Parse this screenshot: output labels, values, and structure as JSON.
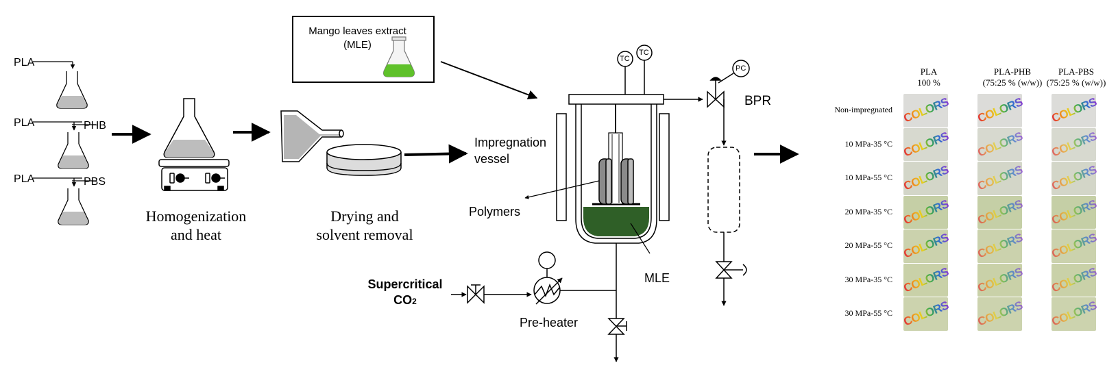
{
  "flasks": {
    "row1": {
      "left": "PLA"
    },
    "row2": {
      "left": "PLA",
      "right": "PHB"
    },
    "row3": {
      "left": "PLA",
      "right": "PBS"
    }
  },
  "steps": {
    "homogenization": [
      "Homogenization",
      "and heat"
    ],
    "drying": [
      "Drying and",
      "solvent removal"
    ]
  },
  "mle_box": {
    "line1": "Mango leaves extract",
    "line2": "(MLE)"
  },
  "vessel": {
    "label_line1": "Impregnation",
    "label_line2": "vessel",
    "polymers": "Polymers",
    "mle": "MLE",
    "tc1": "TC",
    "tc2": "TC",
    "pc": "PC",
    "bpr": "BPR"
  },
  "feed": {
    "scco2_line1": "Supercritical",
    "scco2_line2": "CO",
    "scco2_sub": "2",
    "preheater": "Pre-heater"
  },
  "results": {
    "columns": [
      {
        "line1": "PLA",
        "line2": "100 %"
      },
      {
        "line1": "PLA-PHB",
        "line2": "(75:25 % (w/w))"
      },
      {
        "line1": "PLA-PBS",
        "line2": "(75:25 % (w/w))"
      }
    ],
    "rows": [
      "Non-impregnated",
      "10 MPa-35 °C",
      "10 MPa-55 °C",
      "20 MPa-35 °C",
      "20 MPa-55 °C",
      "30 MPa-35 °C",
      "30 MPa-55 °C"
    ],
    "logo_text": "COLORS"
  },
  "colors": {
    "liquid": "#2f5f27",
    "extract": "#5fc12a",
    "flask_fill": "#bdbdbd"
  }
}
